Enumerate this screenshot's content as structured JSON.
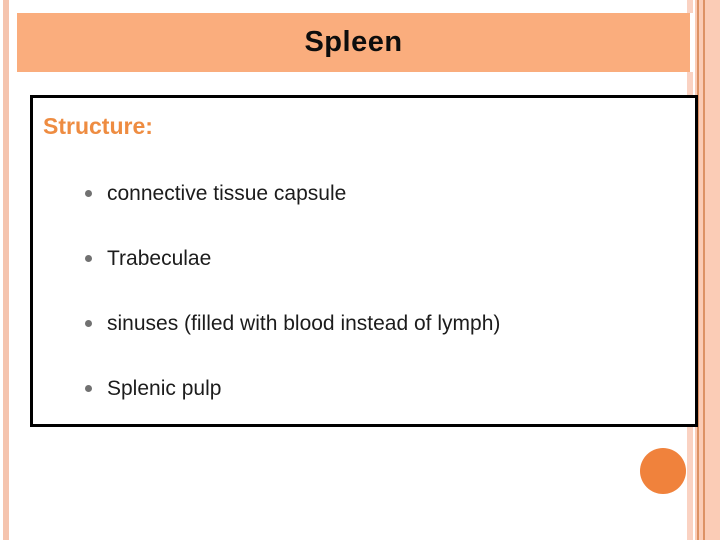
{
  "slide": {
    "title": "Spleen",
    "content": {
      "heading": "Structure:",
      "bullets": [
        "connective tissue capsule",
        "Trabeculae",
        "sinuses (filled with blood instead of lymph)",
        "Splenic pulp"
      ]
    },
    "colors": {
      "title_bar": "#faad7d",
      "heading_text": "#ee8c41",
      "accent_circle": "#f0823c",
      "edge_stripe_light": "#fad2c2",
      "edge_stripe_band": "#fbccb6",
      "edge_stripe_dark_line": "#dd9265",
      "left_stripe": "#f5c4ae",
      "body_text": "#1c1c1c",
      "bullet_dot": "#717171",
      "box_border": "#000000"
    }
  }
}
